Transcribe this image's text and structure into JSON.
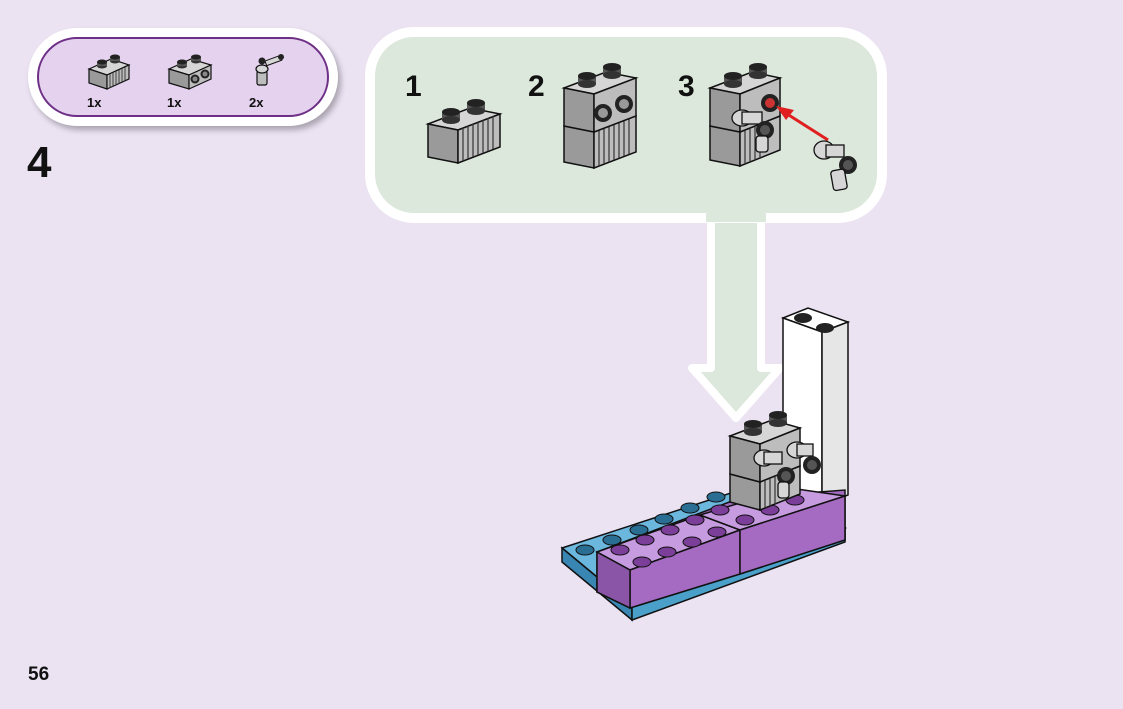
{
  "parts_list": {
    "items": [
      {
        "name": "grille-brick-1x2-grey",
        "qty": "1x"
      },
      {
        "name": "brick-1x2-studs-on-side-grey",
        "qty": "1x"
      },
      {
        "name": "bar-with-clip-connector-grey",
        "qty": "2x"
      }
    ]
  },
  "step": {
    "number": "4"
  },
  "substeps": [
    {
      "number": "1"
    },
    {
      "number": "2"
    },
    {
      "number": "3"
    }
  ],
  "page": {
    "number": "56"
  },
  "colors": {
    "background": "#ebe2f2",
    "callout": "#dde8dc",
    "parts_box_border": "#6e2f86",
    "parts_box_fill": "#e4d2ee",
    "lavender_brick": "#b97fd4",
    "blue_plate": "#4aa0c9",
    "grey_brick": "#bdbdbd",
    "red_arrow": "#e02020"
  }
}
